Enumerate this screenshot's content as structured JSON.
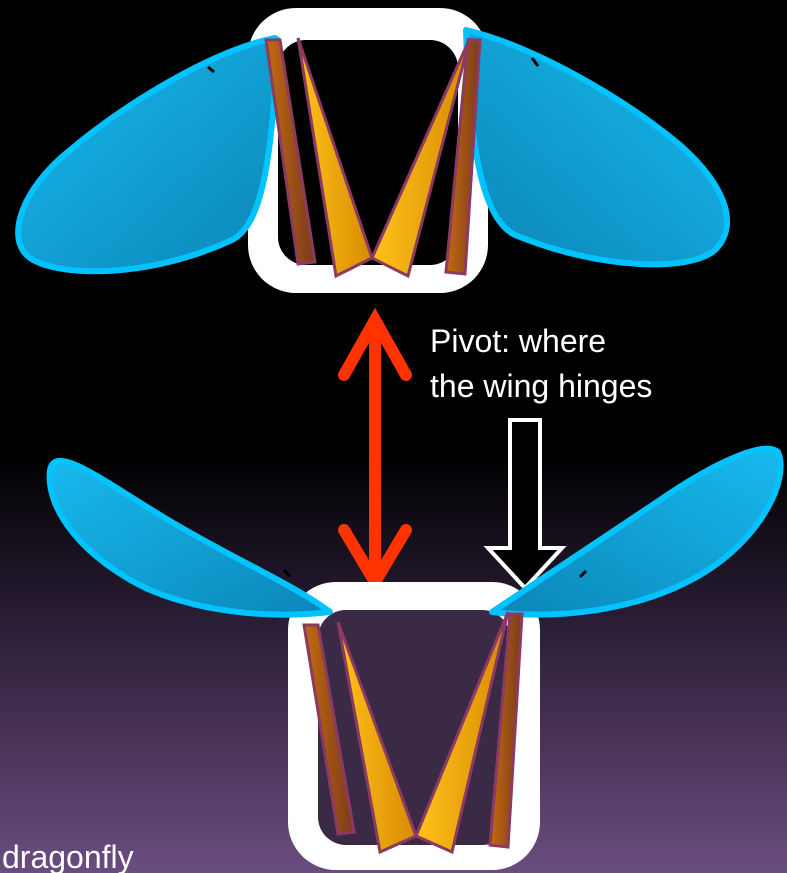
{
  "annotation": {
    "line1": "Pivot: where",
    "line2": "the wing hinges"
  },
  "caption_fragment": "dragonfly",
  "colors": {
    "wing": "#16b3e6",
    "wing_edge": "#00bfff",
    "body_frame": "#ffffff",
    "panel_orange": "#f0a500",
    "panel_brown": "#a65a12",
    "panel_edge": "#8b3a62",
    "double_arrow": "#ff3300",
    "hinge_arrow": "#ffffff"
  },
  "icons": {
    "double_arrow": "red-double-headed-arrow",
    "hinge_arrow": "white-down-arrow"
  }
}
